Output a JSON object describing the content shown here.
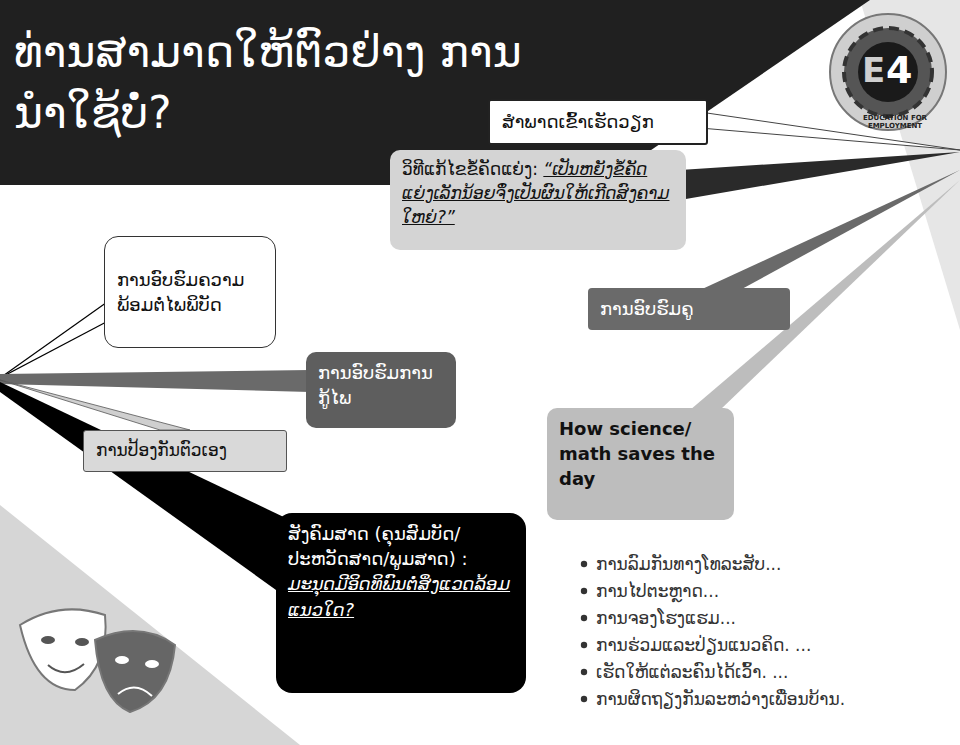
{
  "diagram": {
    "title": "ທ່ານສາມາດໃຫ້ຕົວຢ່າງ ການນໍາໃຊ້ບໍ່?",
    "nodes": [
      {
        "text": [
          "ສໍາພາດເຂົ້າເຮັດວຽກ"
        ]
      },
      {
        "text": [
          "ວິທີແກ້ໄຂຂໍ້ຄັດແຍ່ງ:",
          "“ເປັນຫຍັງຂໍ້ຄັດແຍ່ງເລັກນ້ອຍຈຶ່ງເປັນຜົນໃຫ້ເກີດສົງຄາມໃຫຍ່?”"
        ]
      },
      {
        "text": [
          "ການອົບຮົມຄວາມພ້ອມຕໍ່ໄພພິບັດ"
        ]
      },
      {
        "text": [
          "ການອົບຮົມການກູ້ໄພ"
        ]
      },
      {
        "text": [
          "ການອົບຮົມຄູ"
        ]
      },
      {
        "text": [
          "How science/ math saves the day"
        ]
      },
      {
        "text": [
          "ການປ້ອງກັນຕົວເອງ"
        ]
      },
      {
        "text": [
          "ສັງຄົມສາດ (ຄຸນສົມບັດ/ປະຫວັດສາດ/ພູມສາດ) :",
          "ມະນຸດມີອິດທິພົນຕໍ່ສິ່ງແວດລ້ອມແນວໃດ?"
        ]
      }
    ],
    "labels": [
      "ການລົມກັນທາງໂທລະສັບ...",
      "ການໄປຕະຫຼາດ...",
      "ການຈອງໂຮງແຮມ...",
      "ການຮ່ວມແລະປ່ຽນແນວຄິດ. ...",
      "ເຮັດໃຫ້ແຕ່ລະຄົນໄດ້ເວົ້າ. ...",
      "ການຜິດຖຽງກັນລະຫວ່າງເພື່ອນບ້ານ.",
      "E",
      "4",
      "EDUCATION FOR EMPLOYMENT"
    ]
  }
}
